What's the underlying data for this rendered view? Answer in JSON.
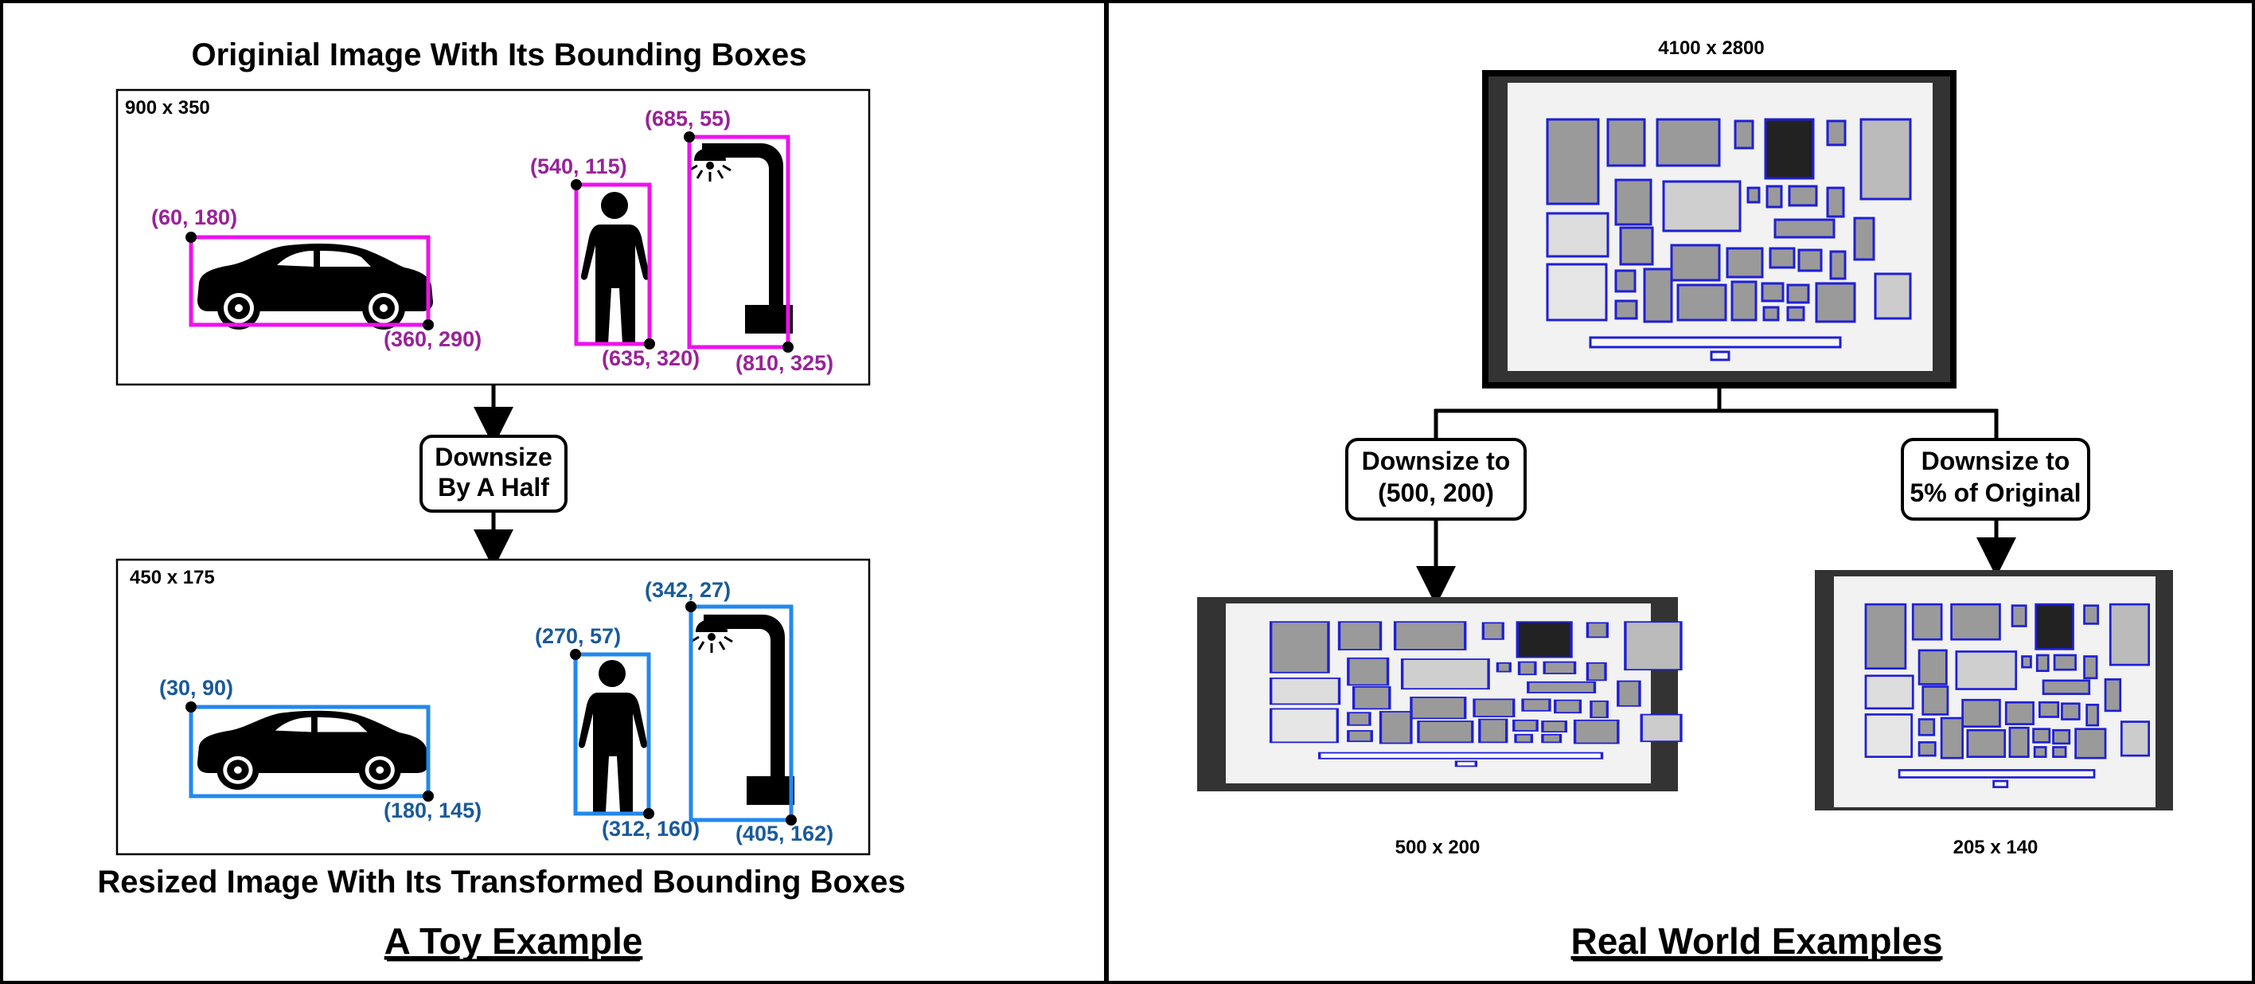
{
  "colors": {
    "original_box": "#ee11ee",
    "original_coord": "#992299",
    "resized_box": "#2288ee",
    "resized_coord": "#1a5a9a",
    "detection_box": "#1f1fd6",
    "photo_bg": "#2e2e2e",
    "paper": "#f2f2f2"
  },
  "toy": {
    "title_top": "Originial Image With Its Bounding Boxes",
    "original_dims": "900 x 350",
    "original_coords": {
      "car_tl": "(60, 180)",
      "car_br": "(360, 290)",
      "person_tl": "(540, 115)",
      "person_br": "(635, 320)",
      "lamp_tl": "(685, 55)",
      "lamp_br": "(810, 325)"
    },
    "downsize_label_line1": "Downsize",
    "downsize_label_line2": "By A Half",
    "resized_dims": "450 x 175",
    "resized_coords": {
      "car_tl": "(30, 90)",
      "car_br": "(180, 145)",
      "person_tl": "(270, 57)",
      "person_br": "(312, 160)",
      "lamp_tl": "(342, 27)",
      "lamp_br": "(405, 162)"
    },
    "title_bottom": "Resized Image With Its Transformed Bounding Boxes",
    "section_title": "A Toy Example"
  },
  "real": {
    "original_dims": "4100 x 2800",
    "left_label_line1": "Downsize to",
    "left_label_line2": "(500, 200)",
    "right_label_line1": "Downsize to",
    "right_label_line2": "5% of Original",
    "left_dims": "500 x 200",
    "right_dims": "205 x 140",
    "section_title": "Real World Examples"
  },
  "icons": [
    "car-icon",
    "person-icon",
    "street-lamp-icon"
  ]
}
